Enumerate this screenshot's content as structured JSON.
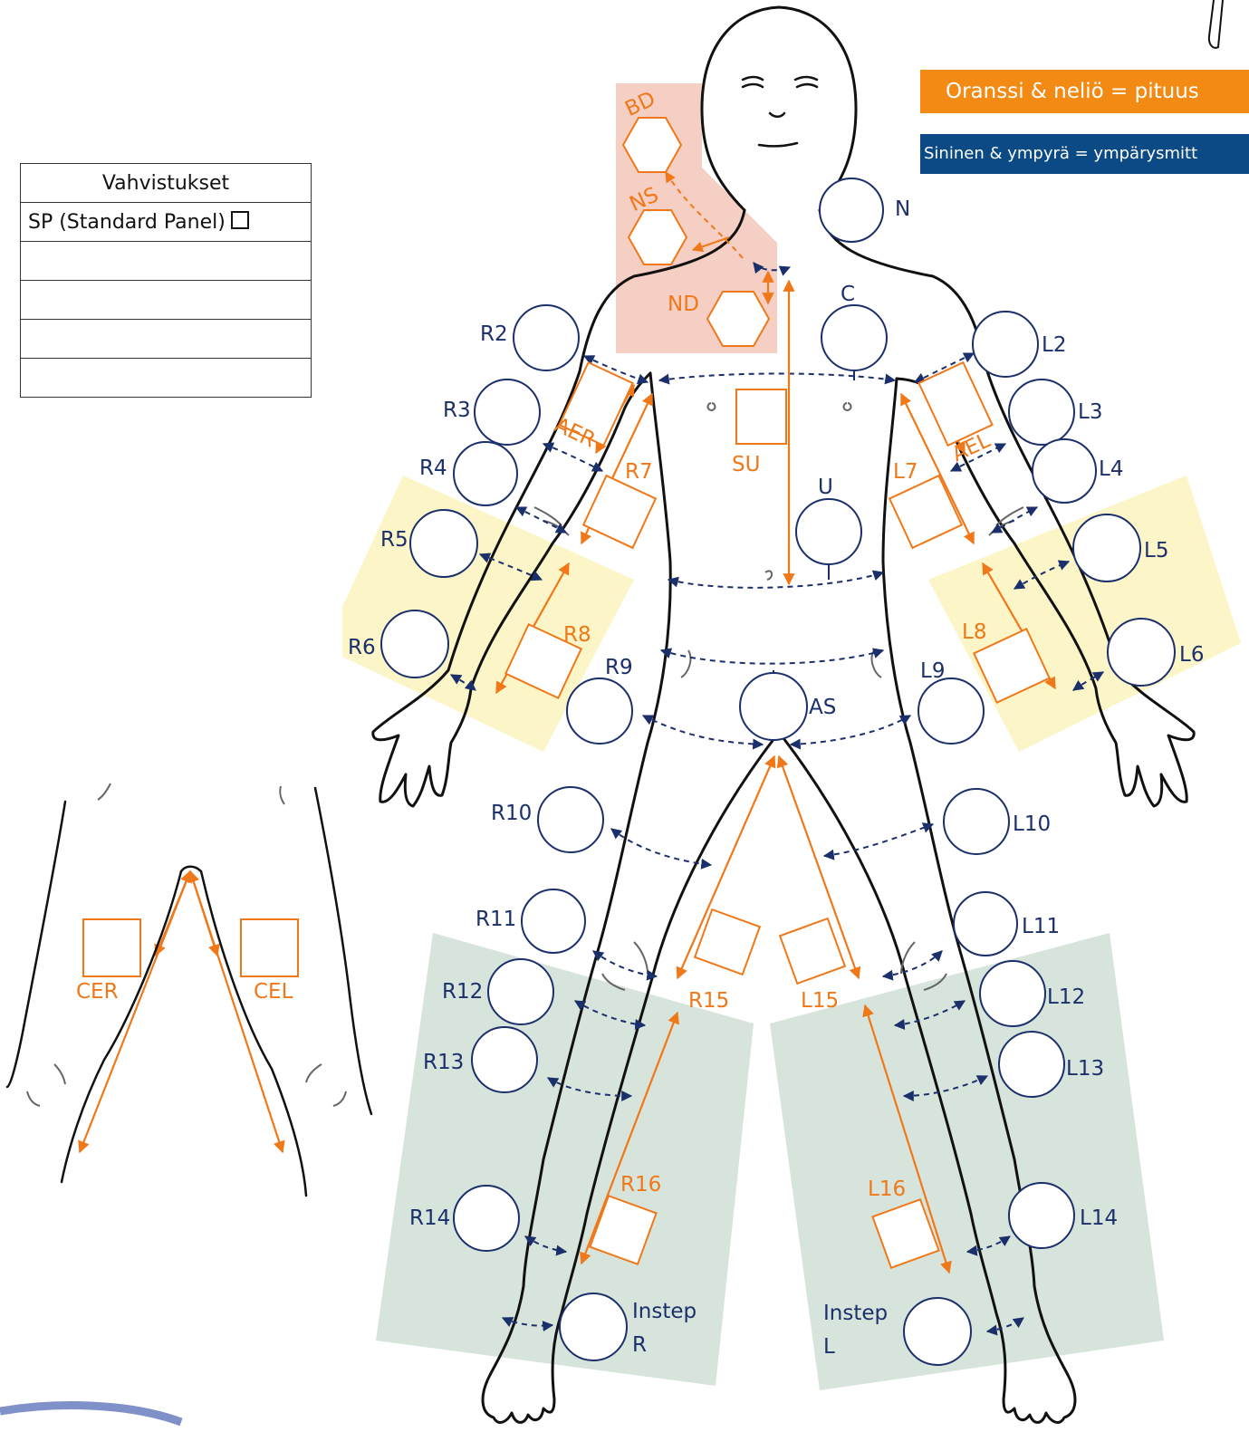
{
  "legend": {
    "orange_square": "Oranssi & neliö = pituus",
    "blue_circle": "Sininen & ympyrä = ympärysmitt"
  },
  "table": {
    "header": "Vahvistukset",
    "row1": "SP (Standard Panel)",
    "empty_rows": 4
  },
  "circles": {
    "N": "N",
    "C": "C",
    "U": "U",
    "AS": "AS",
    "R2": "R2",
    "R3": "R3",
    "R4": "R4",
    "R5": "R5",
    "R6": "R6",
    "R9": "R9",
    "R10": "R10",
    "R11": "R11",
    "R12": "R12",
    "R13": "R13",
    "R14": "R14",
    "L2": "L2",
    "L3": "L3",
    "L4": "L4",
    "L5": "L5",
    "L6": "L6",
    "L9": "L9",
    "L10": "L10",
    "L11": "L11",
    "L12": "L12",
    "L13": "L13",
    "L14": "L14",
    "instep_r_1": "Instep",
    "instep_r_2": "R",
    "instep_l_1": "Instep",
    "instep_l_2": "L"
  },
  "squares": {
    "BD": "BD",
    "NS": "NS",
    "ND": "ND",
    "SU": "SU",
    "AER": "AER",
    "AEL": "AEL",
    "R7": "R7",
    "L7": "L7",
    "R8": "R8",
    "L8": "L8",
    "R15": "R15",
    "L15": "L15",
    "R16": "R16",
    "L16": "L16",
    "CER": "CER",
    "CEL": "CEL"
  },
  "colors": {
    "orange": "#f07818",
    "blue": "#1b2f6b",
    "legend_orange": "#f28a13",
    "legend_blue": "#0b4a85",
    "zone_neck": "#f6cfc4",
    "zone_arm": "#fbf5c8",
    "zone_leg": "#d6e4dc"
  }
}
